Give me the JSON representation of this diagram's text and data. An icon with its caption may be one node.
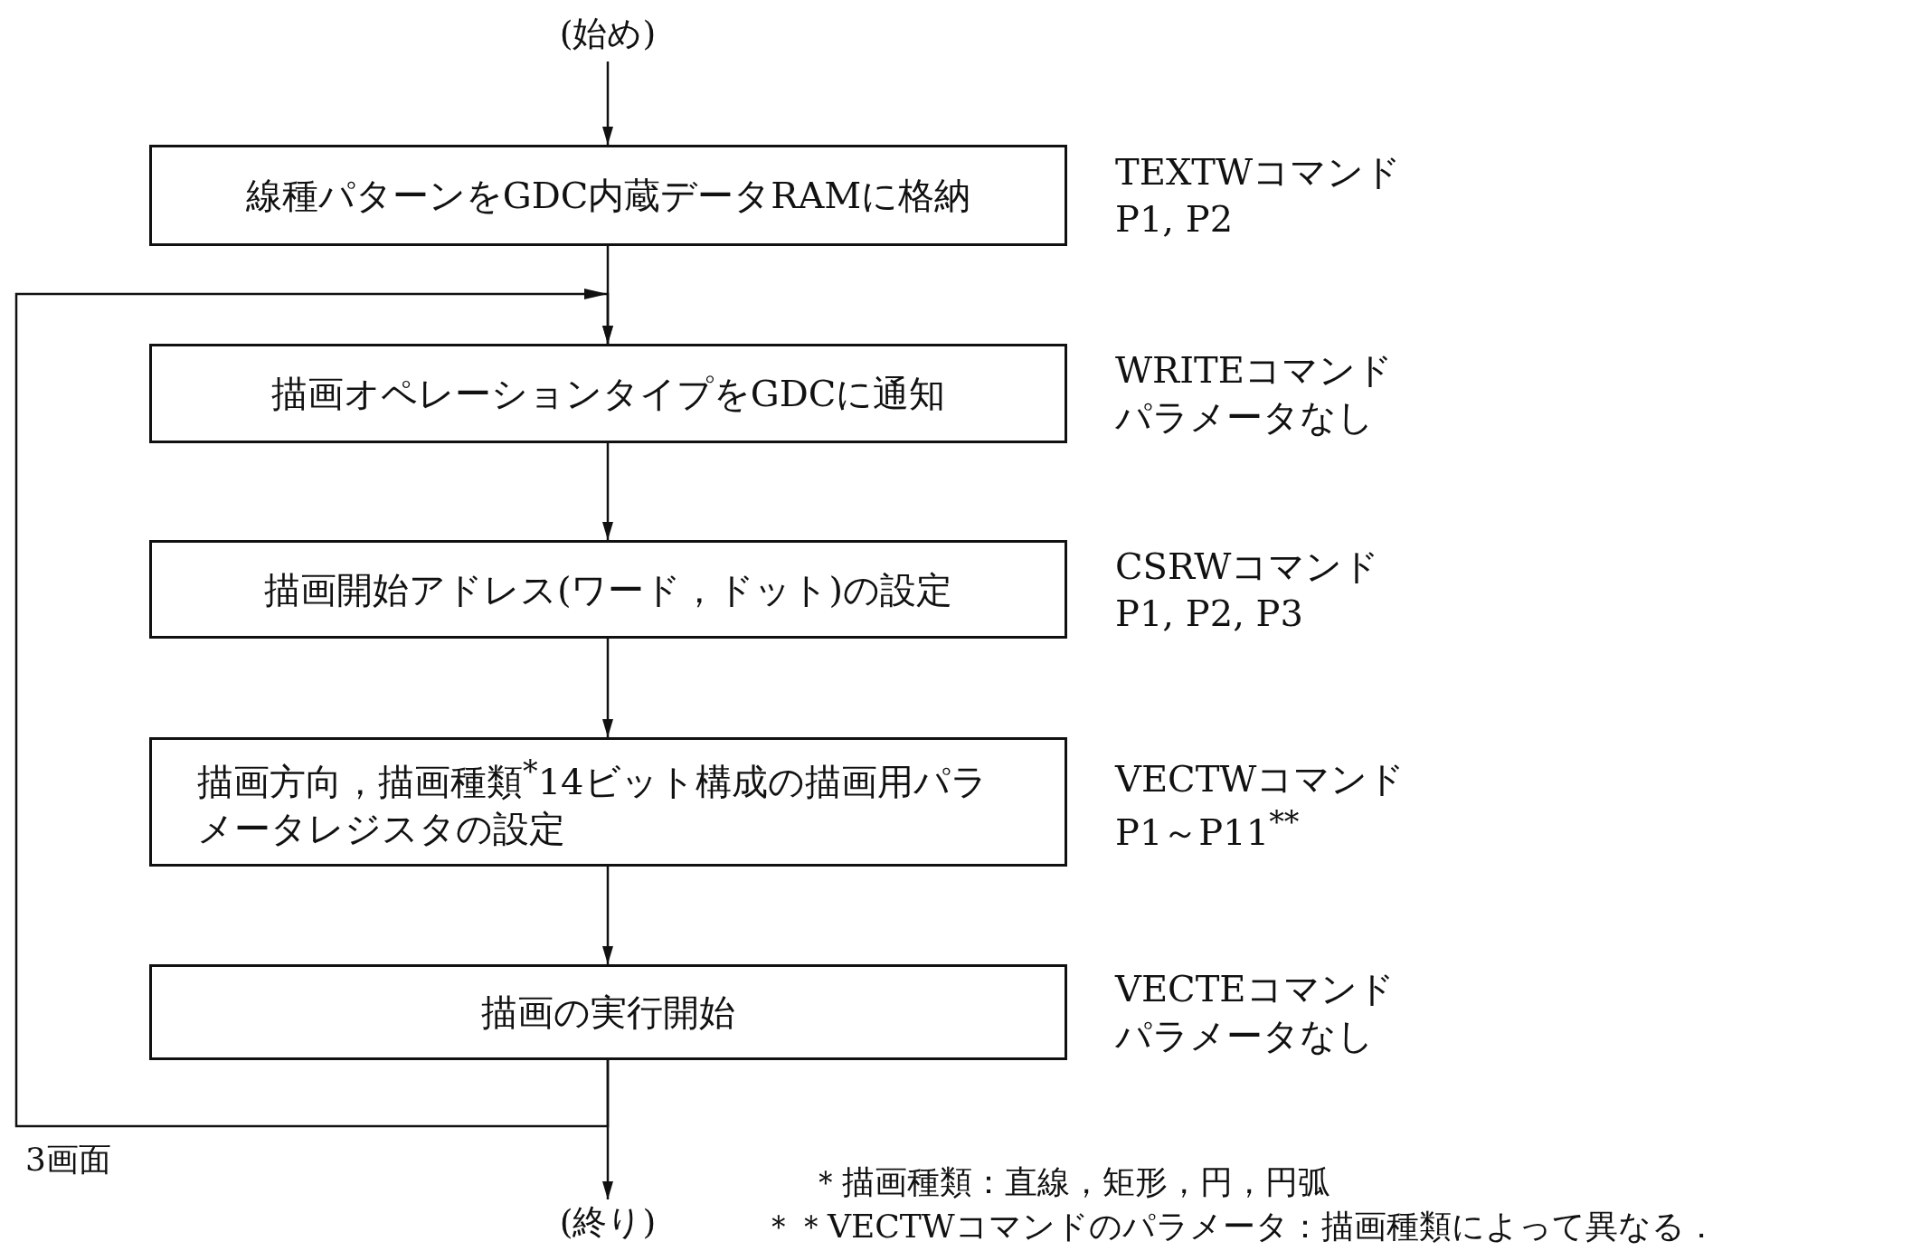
{
  "diagram": {
    "nodes": [
      {
        "text": [
          "(始め)"
        ]
      },
      {
        "text": [
          "線種パターンをGDC内蔵データRAMに格納"
        ],
        "beside": [
          "TEXTWコマンド",
          "P1, P2"
        ]
      },
      {
        "text": [
          "描画オペレーションタイプをGDCに通知"
        ],
        "beside": [
          "WRITEコマンド",
          "パラメータなし"
        ]
      },
      {
        "text": [
          "描画開始アドレス(ワード，ドット)の設定"
        ],
        "beside": [
          "CSRWコマンド",
          "P1, P2, P3"
        ]
      },
      {
        "text": [
          "描画方向，描画種類$^{*}$14ビット構成の描画用パラメータレジスタの設定"
        ],
        "beside": [
          "VECTWコマンド",
          "P1～P11$^{**}$"
        ]
      },
      {
        "text": [
          "描画の実行開始"
        ],
        "beside": [
          "VECTEコマンド",
          "パラメータなし"
        ]
      },
      {
        "text": [
          "(終り)"
        ]
      }
    ],
    "edges": [
      {
        "from": 0,
        "to": 1,
        "arrow": "to"
      },
      {
        "from": 1,
        "to": 2,
        "arrow": "to"
      },
      {
        "from": 5,
        "to": 2,
        "arrow": "to",
        "label": "3画面"
      },
      {
        "from": 2,
        "to": 3,
        "arrow": "to"
      },
      {
        "from": 3,
        "to": 4,
        "arrow": "to"
      },
      {
        "from": 4,
        "to": 5,
        "arrow": "to"
      },
      {
        "from": 5,
        "to": 6,
        "arrow": "to"
      }
    ],
    "labels": [
      "＊描画種類：直線，矩形，円，円弧",
      "＊＊VECTWコマンドのパラメータ：描画種類によって異なる．"
    ]
  }
}
